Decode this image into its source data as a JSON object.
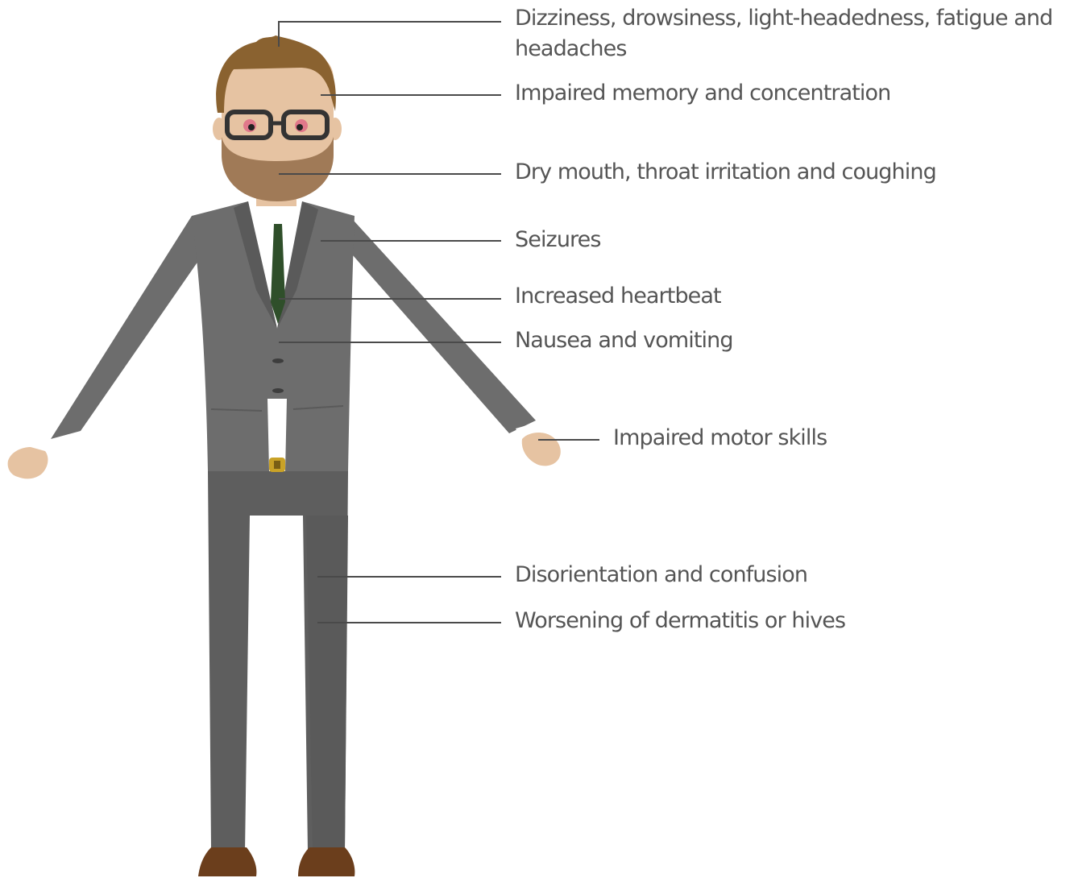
{
  "colors": {
    "suit": "#6d6d6d",
    "suit_shadow": "#5a5a5a",
    "trousers": "#5e5e5e",
    "skin": "#e6c3a2",
    "hair": "#8a6230",
    "beard": "#a07a57",
    "tie": "#2f4f2a",
    "shoes": "#6b3e1c",
    "belt_buckle": "#c9a227",
    "leader_line": "#4a4a4a",
    "text": "#555555",
    "eye_red": "#e0788a"
  },
  "icons": {
    "figure": "person-figure-icon"
  },
  "callouts": [
    {
      "id": "head",
      "label": "Dizziness, drowsiness, light-headedness, fatigue and headaches"
    },
    {
      "id": "brain",
      "label": "Impaired memory and concentration"
    },
    {
      "id": "mouth",
      "label": "Dry mouth, throat irritation and coughing"
    },
    {
      "id": "shoulder",
      "label": "Seizures"
    },
    {
      "id": "heart",
      "label": "Increased heartbeat"
    },
    {
      "id": "stomach",
      "label": "Nausea and vomiting"
    },
    {
      "id": "hand",
      "label": "Impaired motor skills"
    },
    {
      "id": "leg-upper",
      "label": "Disorientation and confusion"
    },
    {
      "id": "leg-lower",
      "label": "Worsening of dermatitis or hives"
    }
  ]
}
